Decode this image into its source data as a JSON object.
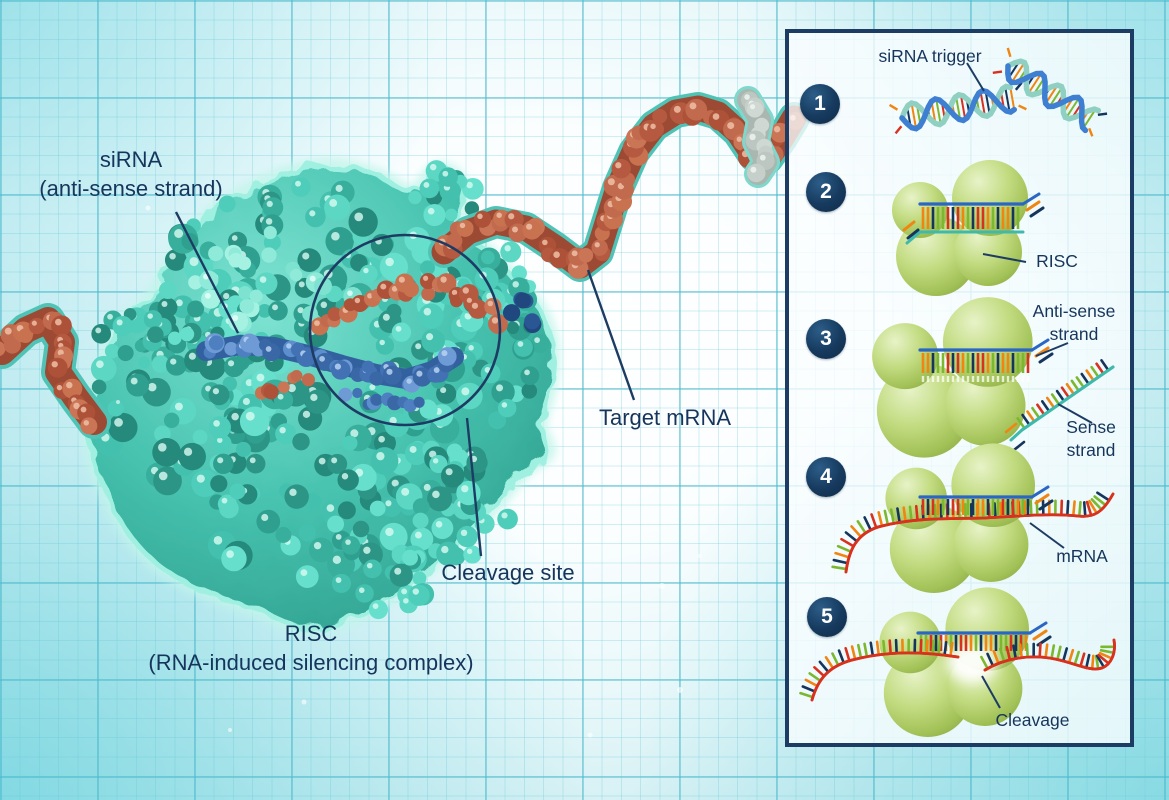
{
  "main_diagram": {
    "sirna_label": {
      "line1": "siRNA",
      "line2": "(anti-sense strand)"
    },
    "target_mrna_label": "Target mRNA",
    "cleavage_site_label": "Cleavage site",
    "risc_label": {
      "line1": "RISC",
      "line2": "(RNA-induced silencing complex)"
    }
  },
  "side_panel": {
    "steps": [
      {
        "number": "1",
        "label": "siRNA trigger"
      },
      {
        "number": "2",
        "label": "RISC"
      },
      {
        "number": "3",
        "labels": [
          {
            "line1": "Anti-sense",
            "line2": "strand"
          },
          {
            "line1": "Sense",
            "line2": "strand"
          }
        ]
      },
      {
        "number": "4",
        "label": "mRNA"
      },
      {
        "number": "5",
        "label": "Cleavage"
      }
    ]
  },
  "colors": {
    "label_navy": "#16355c",
    "panel_border_navy": "#1d3c63",
    "molecule_teal": "#46c2af",
    "molecule_teal_light": "#7fe3d2",
    "molecule_teal_dark": "#2f9e8d",
    "mrna_red_brown": "#b55a40",
    "sirna_blue": "#4e7fc0",
    "risc_green": "#b9d574",
    "strand_red": "#d8311e",
    "strand_blue": "#2a66c4",
    "strand_teal": "#3fb9ac",
    "tick_orange": "#f08511",
    "tick_green": "#7cb82f",
    "background_cyan": "#b9e7ed"
  }
}
